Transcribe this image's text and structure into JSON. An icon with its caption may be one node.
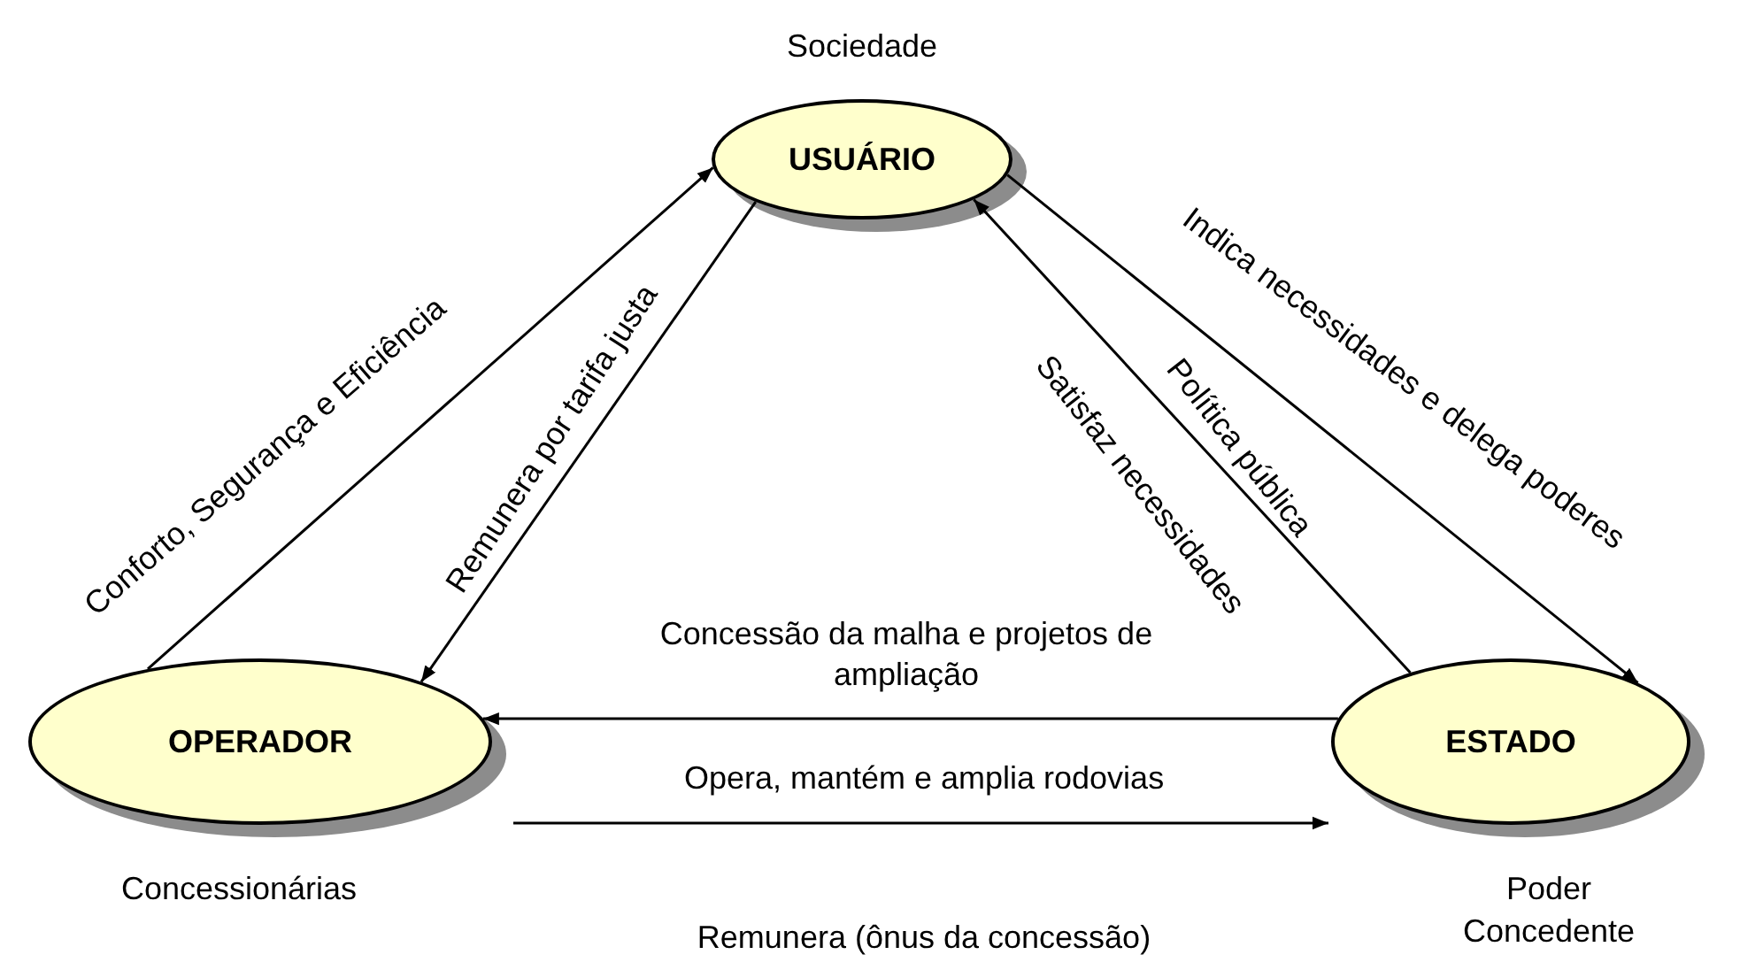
{
  "diagram": {
    "nodes": [
      {
        "text": [
          "USUÁRIO"
        ],
        "beside": [
          "Sociedade"
        ]
      },
      {
        "text": [
          "OPERADOR"
        ],
        "beside": [
          "Concessionárias"
        ]
      },
      {
        "text": [
          "ESTADO"
        ],
        "beside": [
          "Poder Concedente"
        ]
      }
    ],
    "edges": [
      {
        "from": 1,
        "to": 0,
        "arrow": "to",
        "label": "Conforto, Segurança e Eficiência"
      },
      {
        "from": 0,
        "to": 1,
        "arrow": "to",
        "label": "Remunera por tarifa justa"
      },
      {
        "from": 0,
        "to": 2,
        "arrow": "to",
        "label": "Indica necessidades e delega poderes"
      },
      {
        "from": 2,
        "to": 0,
        "arrow": "to",
        "label": "Política pública"
      },
      {
        "from": 2,
        "to": 1,
        "arrow": "to",
        "label": "Concessão da malha e projetos de ampliação"
      },
      {
        "from": 1,
        "to": 2,
        "arrow": "to",
        "label": "Opera, mantém e amplia rodovias"
      }
    ],
    "labels": [
      "Satisfaz necessidades",
      "Remunera (ônus da concessão)"
    ]
  }
}
